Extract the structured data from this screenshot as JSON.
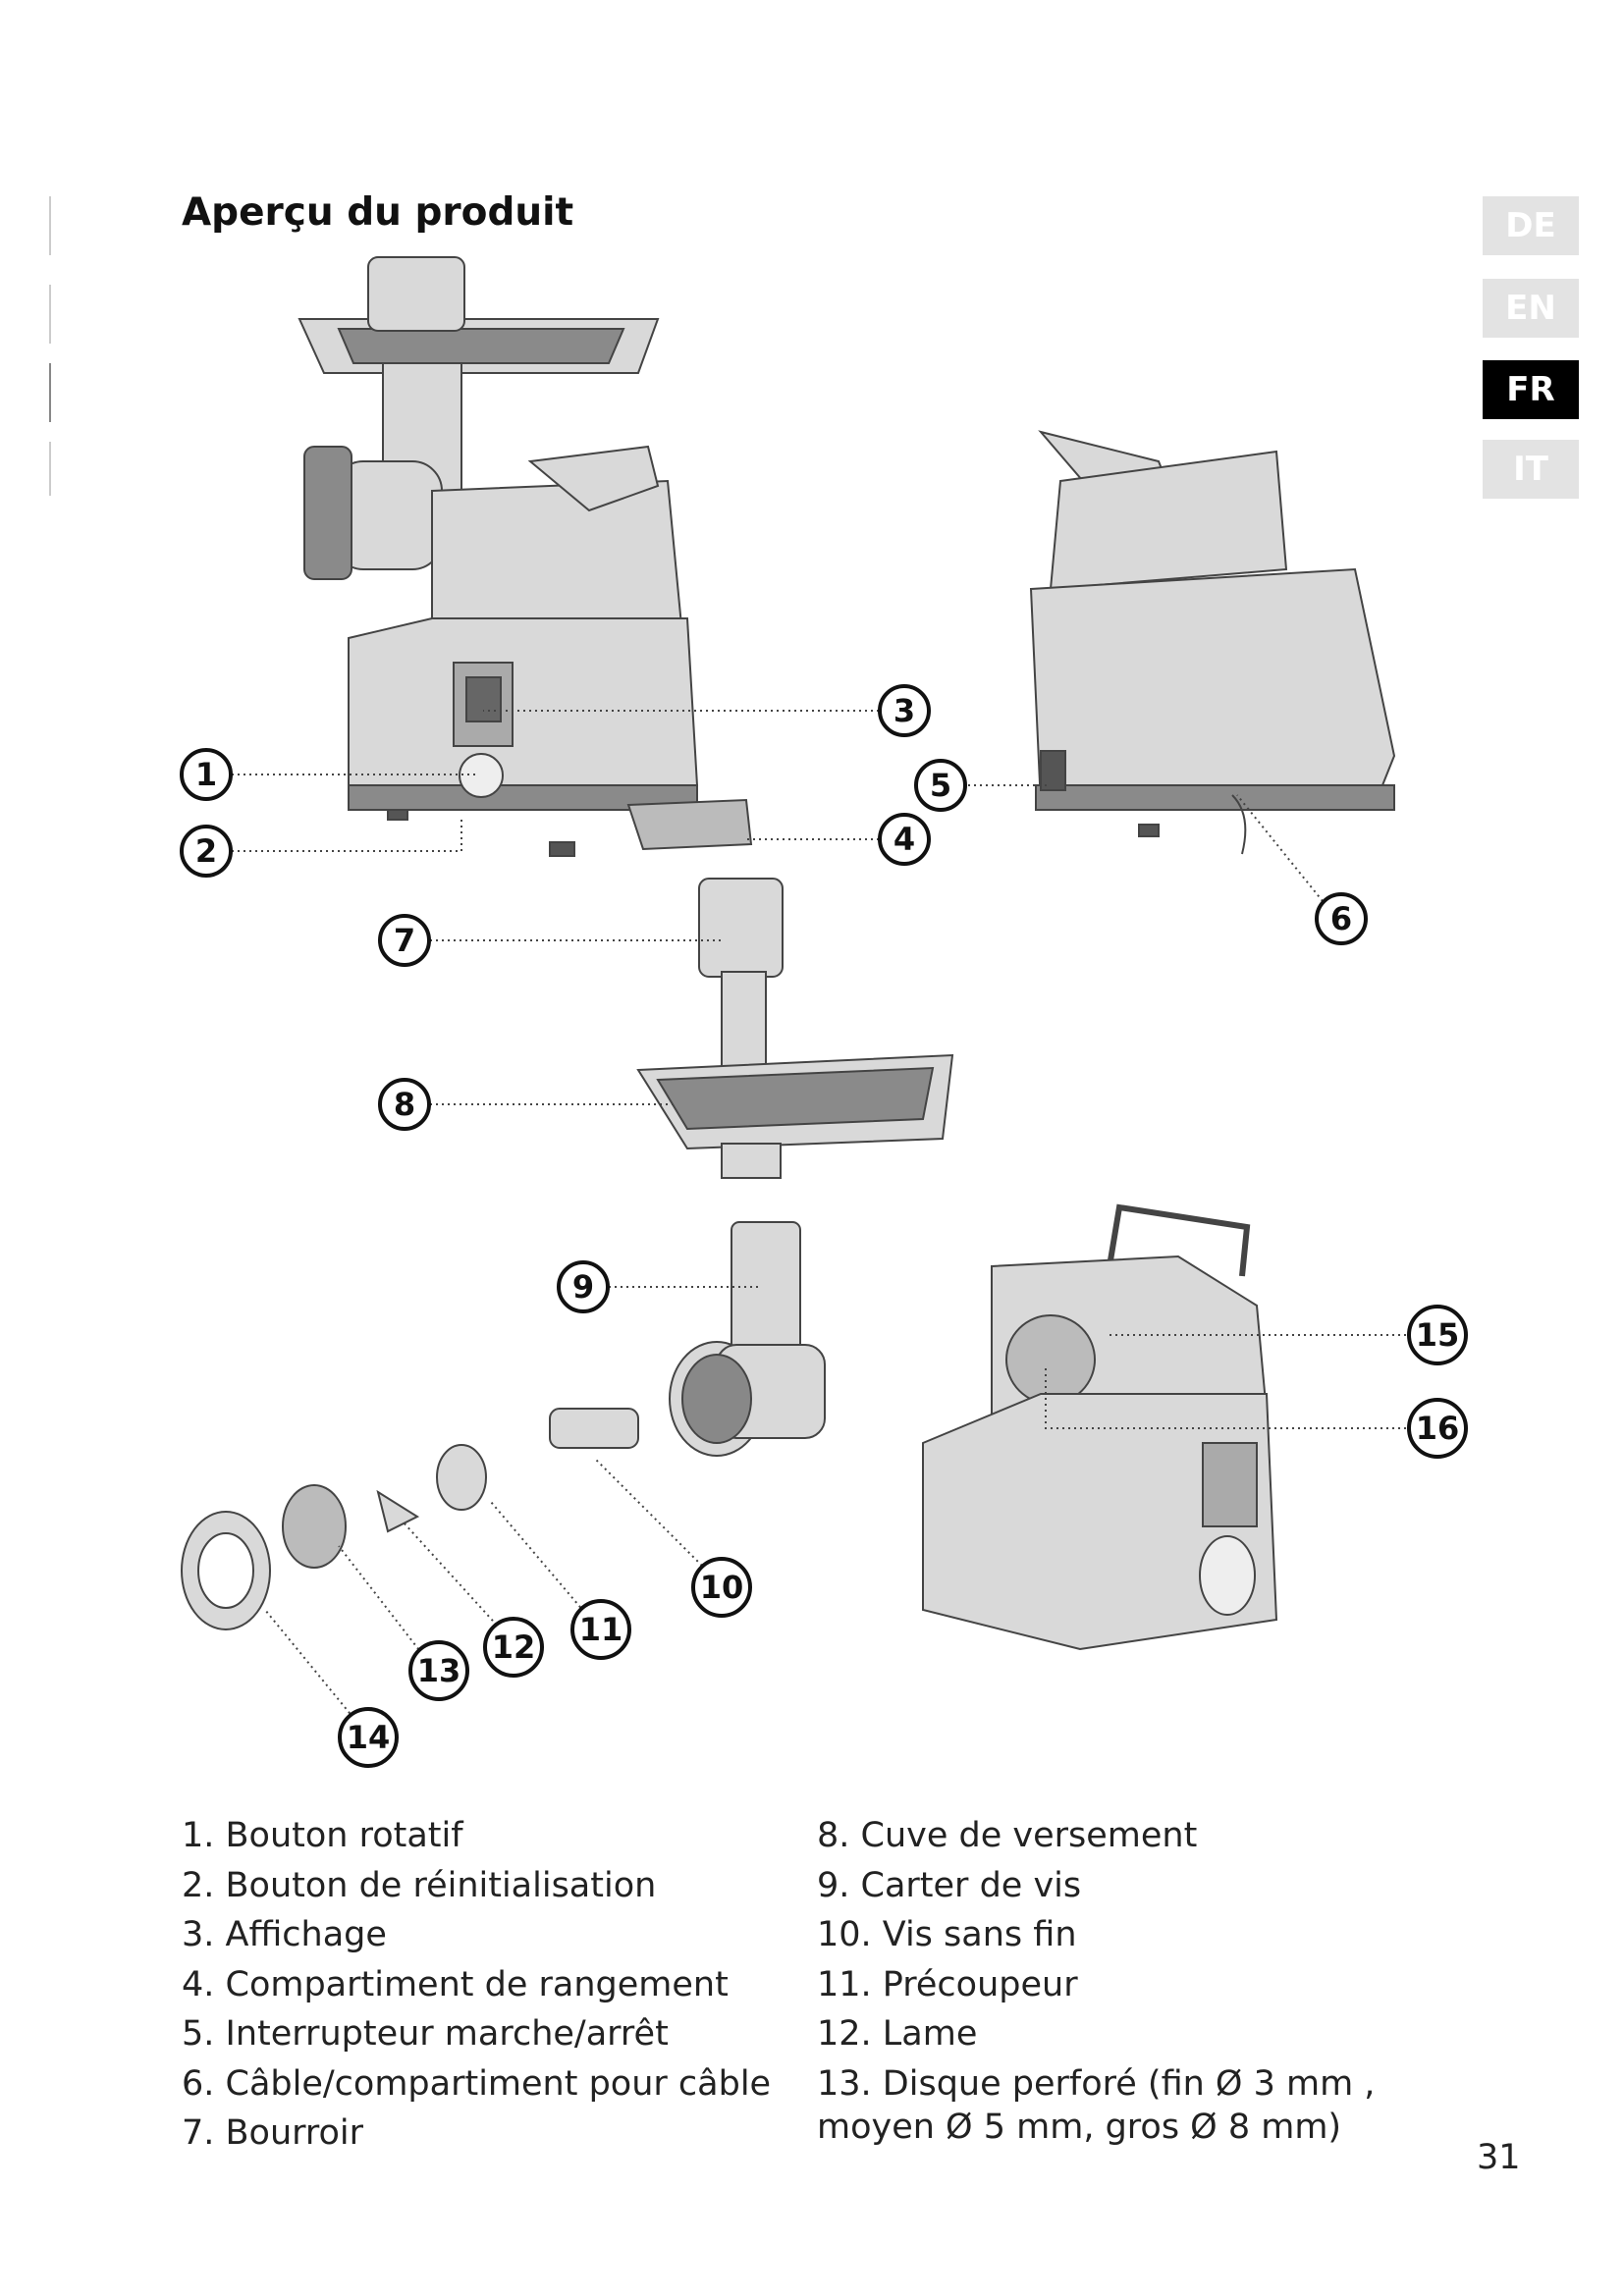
{
  "title": "Aperçu du produit",
  "language_tabs": [
    {
      "label": "DE",
      "active": false
    },
    {
      "label": "EN",
      "active": false
    },
    {
      "label": "FR",
      "active": true
    },
    {
      "label": "IT",
      "active": false
    }
  ],
  "callouts": [
    "1",
    "2",
    "3",
    "4",
    "5",
    "6",
    "7",
    "8",
    "9",
    "10",
    "11",
    "12",
    "13",
    "14",
    "15",
    "16"
  ],
  "parts_left": [
    "1. Bouton rotatif",
    "2. Bouton de réinitialisation",
    "3. Affichage",
    "4. Compartiment de rangement",
    "5. Interrupteur marche/arrêt",
    "6. Câble/compartiment pour câble",
    "7. Bourroir"
  ],
  "parts_right": [
    "8. Cuve de versement",
    "9. Carter de vis",
    "10. Vis sans fin",
    "11. Précoupeur",
    "12. Lame",
    "13. Disque perforé (fin Ø 3 mm ,",
    "moyen Ø 5 mm, gros Ø 8 mm)"
  ],
  "page_number": "31",
  "colors": {
    "body": "#d9d9d9",
    "dark": "#8a8a8a",
    "tab_inactive": "#e3e3e3",
    "tab_active": "#000000"
  }
}
